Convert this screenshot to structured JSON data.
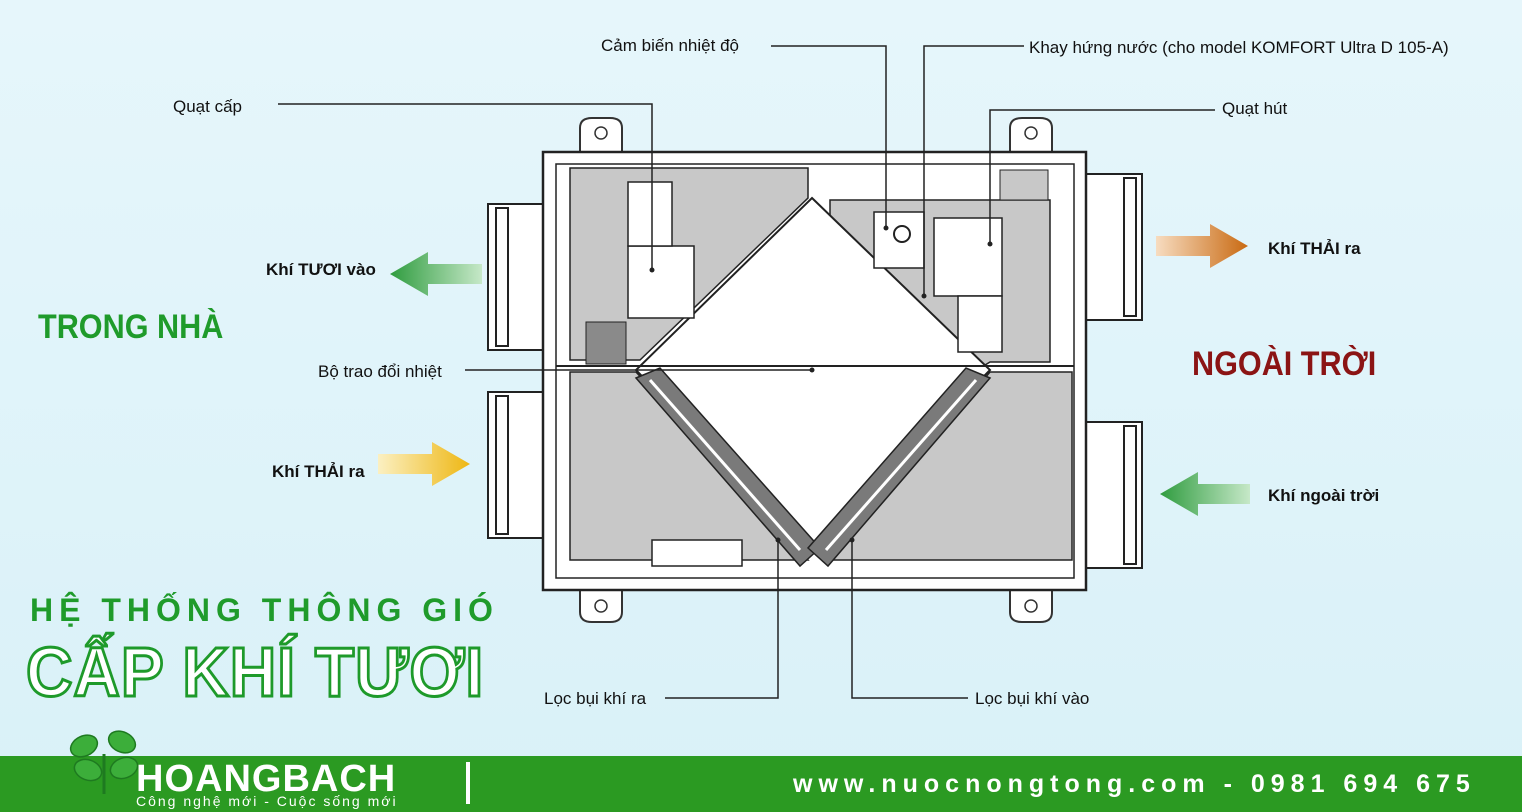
{
  "labels": {
    "temp_sensor": "Cảm biến nhiệt độ",
    "drip_tray": "Khay hứng nước (cho model  KOMFORT Ultra D 105-A)",
    "supply_fan": "Quạt cấp",
    "exhaust_fan": "Quạt hút",
    "heat_exchanger": "Bộ trao đổi nhiệt",
    "filter_out": "Lọc bụi khí ra",
    "filter_in": "Lọc bụi khí vào"
  },
  "airflows": {
    "fresh_in": "Khí TƯƠI vào",
    "exhaust_in_room": "Khí THẢI ra",
    "exhaust_out": "Khí THẢI ra",
    "outdoor_air": "Khí ngoài trời"
  },
  "sides": {
    "indoor": "TRONG NHÀ",
    "outdoor": "NGOÀI TRỜI"
  },
  "heading": {
    "line1": "HỆ THỐNG THÔNG GIÓ",
    "line2": "CẤP KHÍ TƯƠI"
  },
  "footer": {
    "brand": "HOANGBACH",
    "tagline": "Công nghệ mới - Cuộc sống mới",
    "contact": "www.nuocnongtong.com - 0981 694 675"
  },
  "colors": {
    "green": "#1f9b2b",
    "dark_red": "#8b1414",
    "footer_green": "#2b9a22",
    "arrow_green": "#3aa84a",
    "arrow_orange": "#d07a1c",
    "arrow_yellow": "#f2c01e"
  },
  "icons": [
    "leaf-logo-icon",
    "arrow-left-icon",
    "arrow-right-icon"
  ]
}
